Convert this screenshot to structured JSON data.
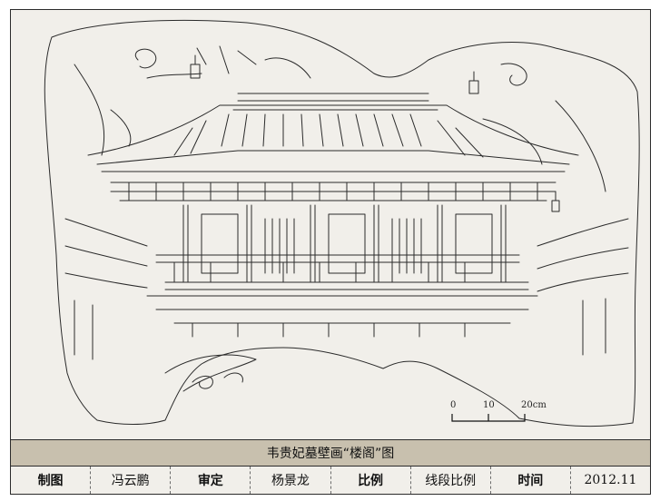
{
  "caption": "韦贵妃墓壁画“楼阁”图",
  "info_row": [
    {
      "label": "制图",
      "value": "冯云鹏"
    },
    {
      "label": "审定",
      "value": "杨景龙"
    },
    {
      "label": "比例",
      "value": "线段比例"
    },
    {
      "label": "时间",
      "value": "2012.11"
    }
  ],
  "scale_bar": {
    "tick_0": "0",
    "tick_1": "10",
    "tick_2": "20cm"
  },
  "colors": {
    "paper": "#f1efea",
    "title_band": "#c8c0ae",
    "ink": "#2b2b2b"
  }
}
